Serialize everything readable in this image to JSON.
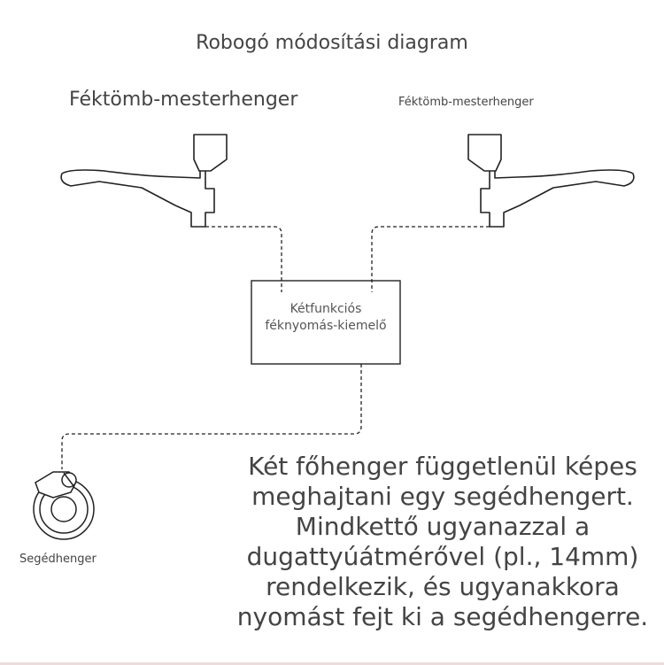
{
  "title": "Robogó módosítási diagram",
  "labels": {
    "left_master": "Féktömb-mesterhenger",
    "right_master": "Féktömb-mesterhenger",
    "booster_line1": "Kétfunkciós",
    "booster_line2": "féknyomás-kiemelő",
    "slave": "Segédhenger"
  },
  "description": [
    "Két főhenger függetlenül képes",
    "meghajtani egy segédhengert.",
    "Mindkettő ugyanazzal a",
    "dugattyúátmérővel (pl., 14mm)",
    "rendelkezik, és ugyanakkora",
    "nyomást fejt ki a segédhengerre."
  ],
  "colors": {
    "line": "#222222",
    "text": "#444444"
  }
}
